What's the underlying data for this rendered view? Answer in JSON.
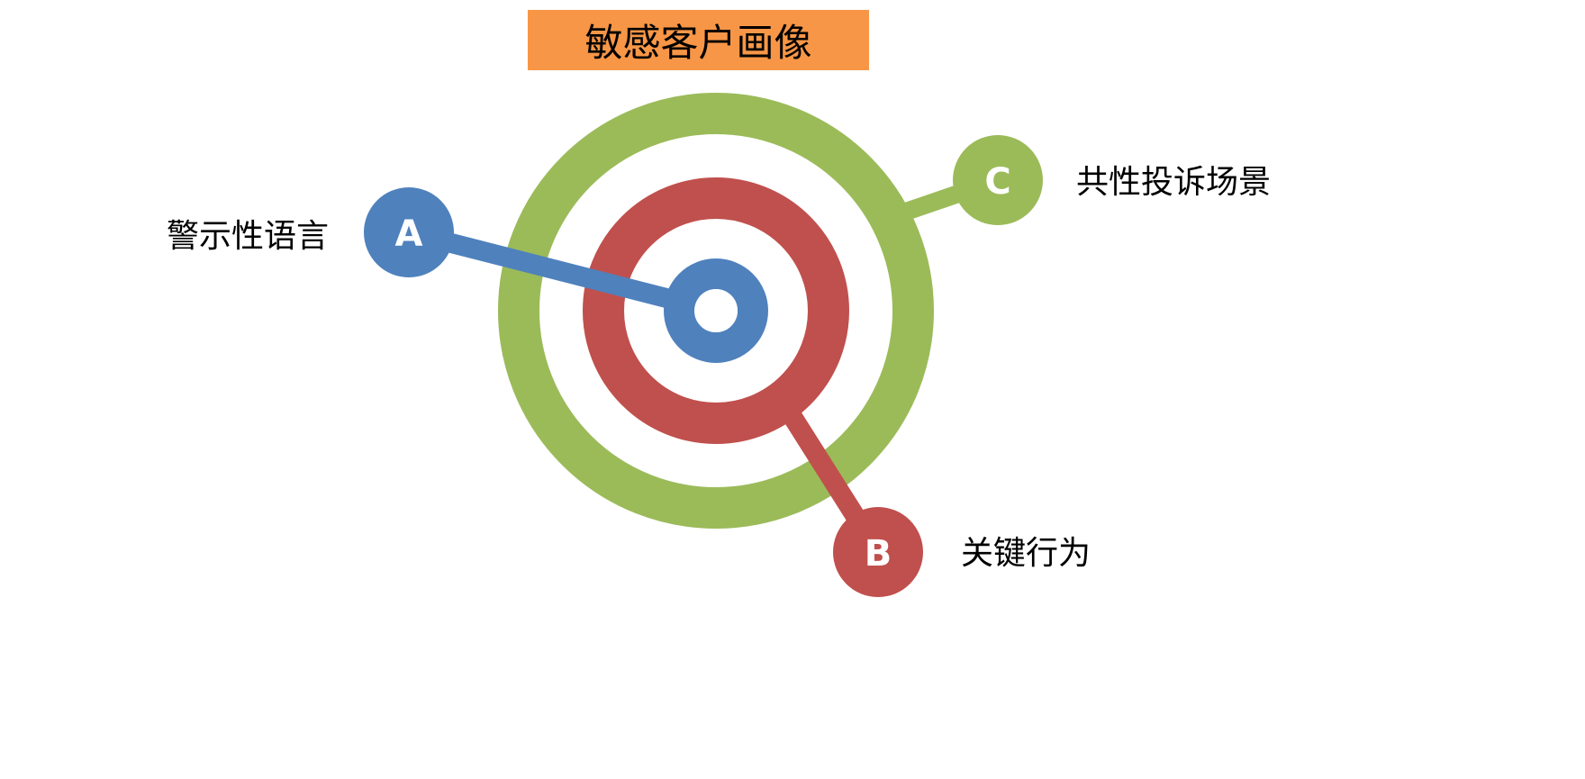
{
  "title": "敏感客户画像",
  "colors": {
    "title_bg": "#F79646",
    "green": "#9BBB59",
    "red": "#C0504D",
    "blue": "#4F81BD"
  },
  "nodes": [
    {
      "letter": "A",
      "label": "警示性语言",
      "color": "#4F81BD"
    },
    {
      "letter": "B",
      "label": "关键行为",
      "color": "#C0504D"
    },
    {
      "letter": "C",
      "label": "共性投诉场景",
      "color": "#9BBB59"
    }
  ]
}
